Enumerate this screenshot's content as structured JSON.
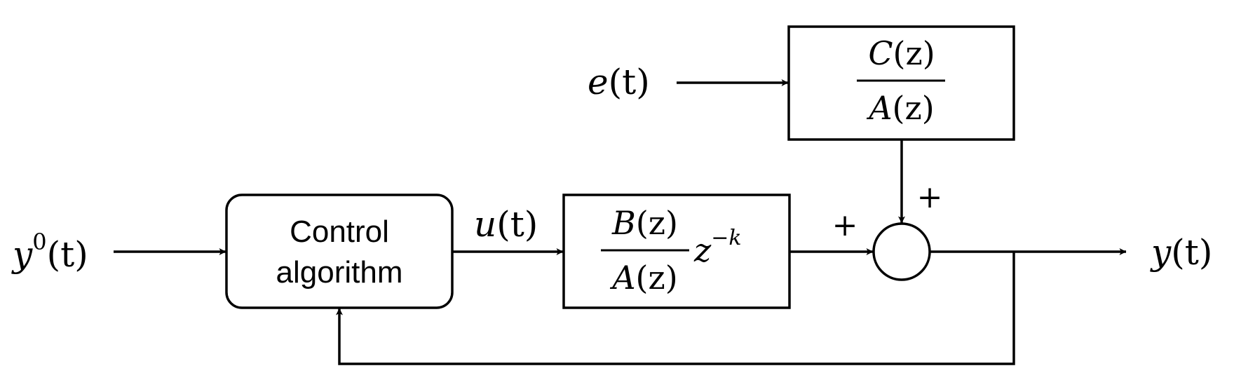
{
  "signals": {
    "reference": {
      "base": "y",
      "sup": "0",
      "arg": "(t)"
    },
    "control": {
      "base": "u",
      "arg": "(t)"
    },
    "noise": {
      "base": "e",
      "arg": "(t)"
    },
    "output": {
      "base": "y",
      "arg": "(t)"
    }
  },
  "controller": {
    "line1": "Control",
    "line2": "algorithm"
  },
  "plant": {
    "num_base": "B",
    "num_arg": "(z)",
    "den_base": "A",
    "den_arg": "(z)",
    "delay_base": "z",
    "delay_exp": "−k"
  },
  "noise_filter": {
    "num_base": "C",
    "num_arg": "(z)",
    "den_base": "A",
    "den_arg": "(z)"
  },
  "summing_junction": {
    "sign_left": "+",
    "sign_top": "+"
  }
}
